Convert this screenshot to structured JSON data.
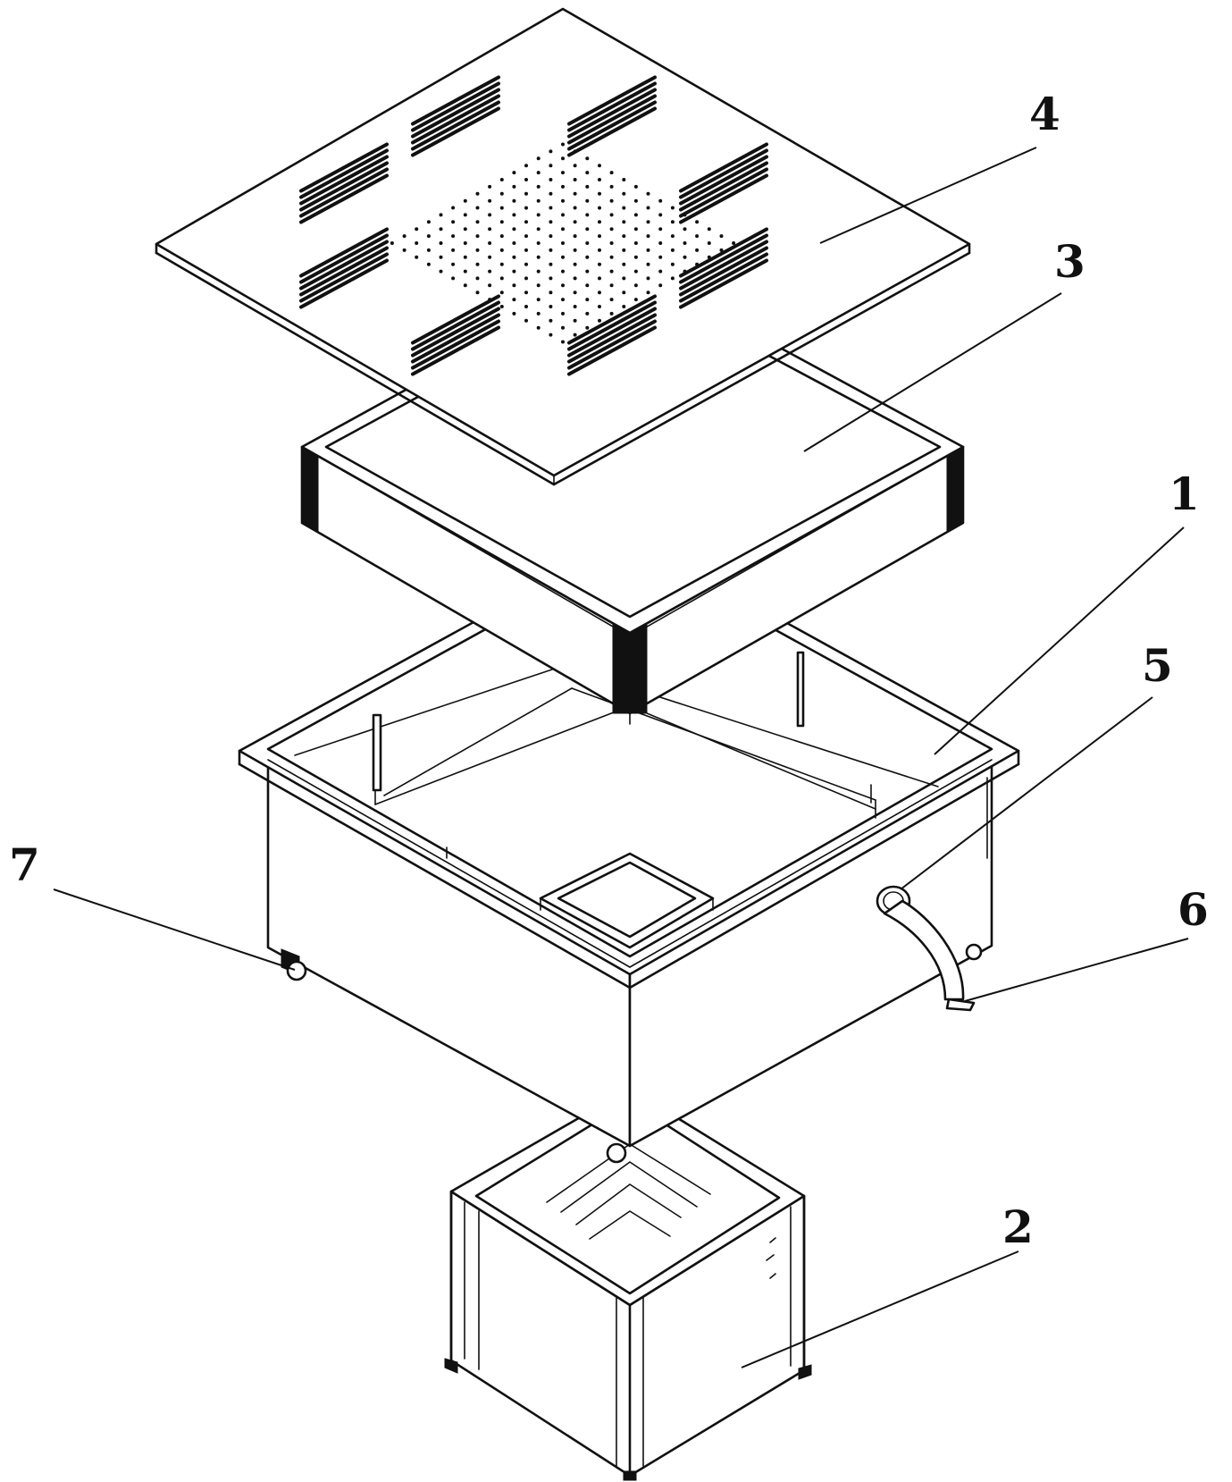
{
  "labels": [
    {
      "id": "4",
      "text": "4"
    },
    {
      "id": "3",
      "text": "3"
    },
    {
      "id": "1",
      "text": "1"
    },
    {
      "id": "5",
      "text": "5"
    },
    {
      "id": "7",
      "text": "7"
    },
    {
      "id": "6",
      "text": "6"
    },
    {
      "id": "2",
      "text": "2"
    }
  ]
}
